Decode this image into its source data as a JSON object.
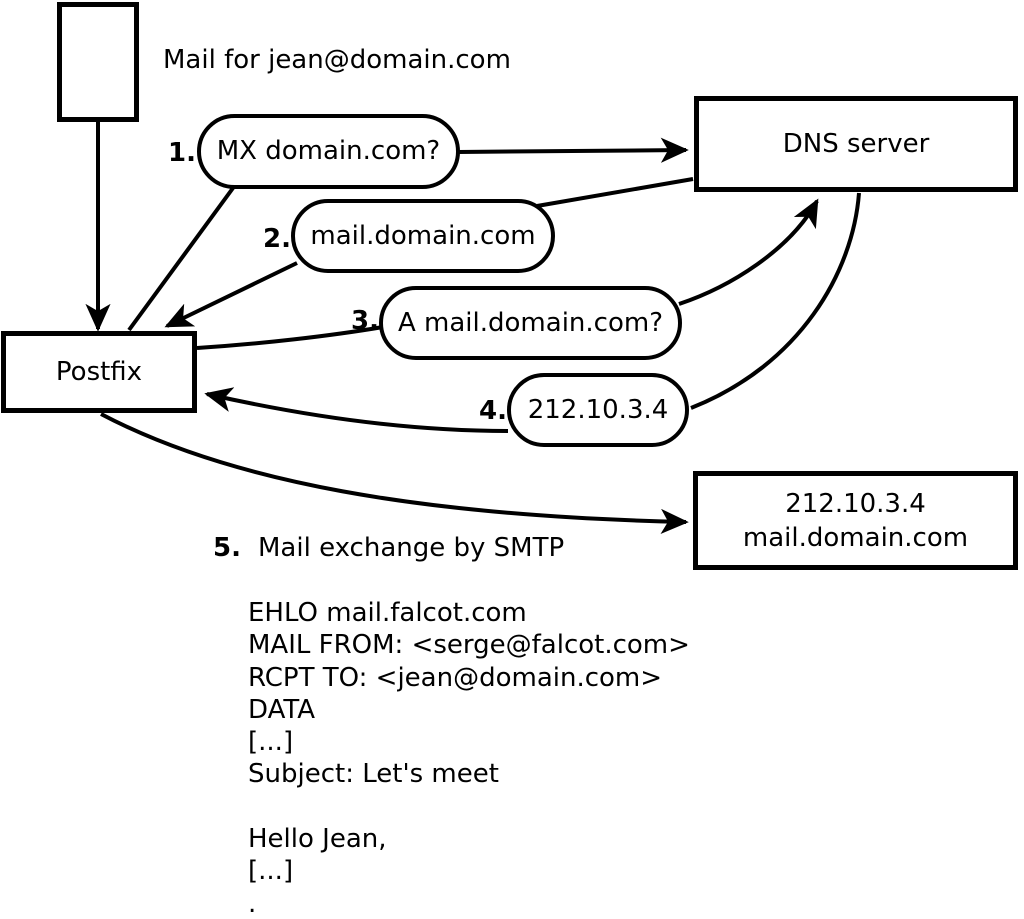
{
  "diagram": {
    "title_note": "Mail for jean@domain.com",
    "nodes": {
      "mail_document": "",
      "postfix": "Postfix",
      "dns_server": "DNS server",
      "mail_server_line1": "212.10.3.4",
      "mail_server_line2": "mail.domain.com"
    },
    "steps": [
      {
        "num": "1.",
        "label": "MX domain.com?"
      },
      {
        "num": "2.",
        "label": "mail.domain.com"
      },
      {
        "num": "3.",
        "label": "A mail.domain.com?"
      },
      {
        "num": "4.",
        "label": "212.10.3.4"
      },
      {
        "num": "5.",
        "label": "Mail exchange by SMTP"
      }
    ],
    "smtp_session": [
      "EHLO mail.falcot.com",
      "MAIL FROM: <serge@falcot.com>",
      "RCPT TO: <jean@domain.com>",
      "DATA",
      "[...]",
      "Subject: Let's meet",
      "",
      "Hello Jean,",
      "[...]",
      "."
    ]
  },
  "colors": {
    "stroke": "#000000",
    "background": "#ffffff"
  }
}
